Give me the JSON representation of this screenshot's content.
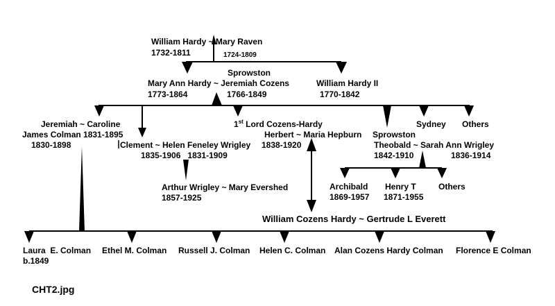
{
  "gen1": {
    "couple": "William Hardy ~ Mary Raven",
    "dates_husband": "1732-1811",
    "dates_wife": "1724-1809"
  },
  "gen2": {
    "sprowston": "Sprowston",
    "couple": "Mary Ann Hardy ~ Jeremiah Cozens",
    "dates_wife": "1773-1864",
    "dates_husband": "1766-1849",
    "william_ii_name": "William Hardy II",
    "william_ii_dates": "1770-1842"
  },
  "gen3": {
    "jeremiah_couple": "Jeremiah ~ Caroline",
    "jeremiah_line2": "James Colman 1831-1895",
    "jeremiah_dates": "1830-1898",
    "clement_couple": "Clement ~ Helen Feneley Wrigley",
    "clement_dates": "1835-1906   1831-1909",
    "lord_prefix": "1",
    "lord_sup": "st",
    "lord_title": " Lord Cozens-Hardy",
    "herbert_couple": "Herbert ~ Maria Hepburn",
    "herbert_dates": "1838-1920",
    "sprowston": "Sprowston",
    "theobald_couple": "Theobald ~ Sarah Ann Wrigley",
    "theobald_dates": "1842-1910",
    "sarah_dates": "1836-1914",
    "sydney": "Sydney",
    "others": "Others"
  },
  "gen4": {
    "arthur_couple": "Arthur Wrigley ~ Mary Evershed",
    "arthur_dates": "1857-1925",
    "archibald_name": "Archibald",
    "archibald_dates": "1869-1957",
    "henry_name": "Henry T",
    "henry_dates": "1871-1955",
    "others": "Others",
    "william_couple": "William Cozens Hardy ~ Gertrude L Everett"
  },
  "children": {
    "laura_name": "Laura  E. Colman",
    "laura_dates": "b.1849",
    "ethel": "Ethel M. Colman",
    "russell": "Russell J. Colman",
    "helen": "Helen C. Colman",
    "alan": "Alan Cozens Hardy Colman",
    "florence": "Florence E Colman"
  },
  "caption": "CHT2.jpg",
  "colors": {
    "line": "#000000",
    "background": "#ffffff"
  }
}
